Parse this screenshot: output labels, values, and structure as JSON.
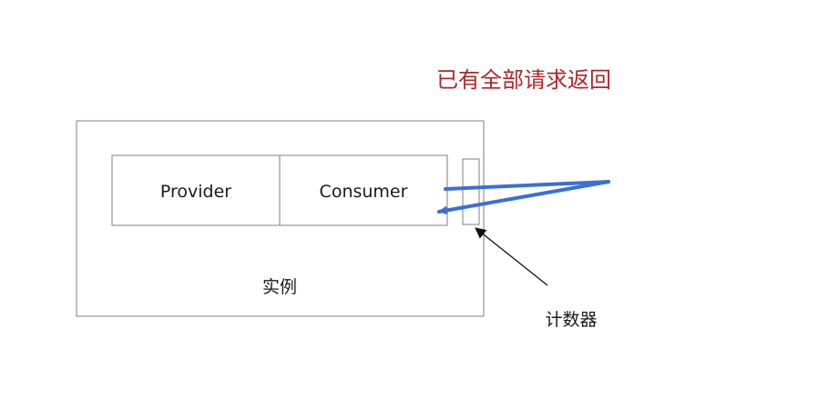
{
  "title": "已有全部请求返回",
  "components": {
    "provider": "Provider",
    "consumer": "Consumer"
  },
  "instance_label": "实例",
  "counter_label": "计数器",
  "colors": {
    "title": "#b0262a",
    "arrow": "#3a6fd8",
    "border": "#7f7f7f",
    "pointer": "#111111"
  }
}
